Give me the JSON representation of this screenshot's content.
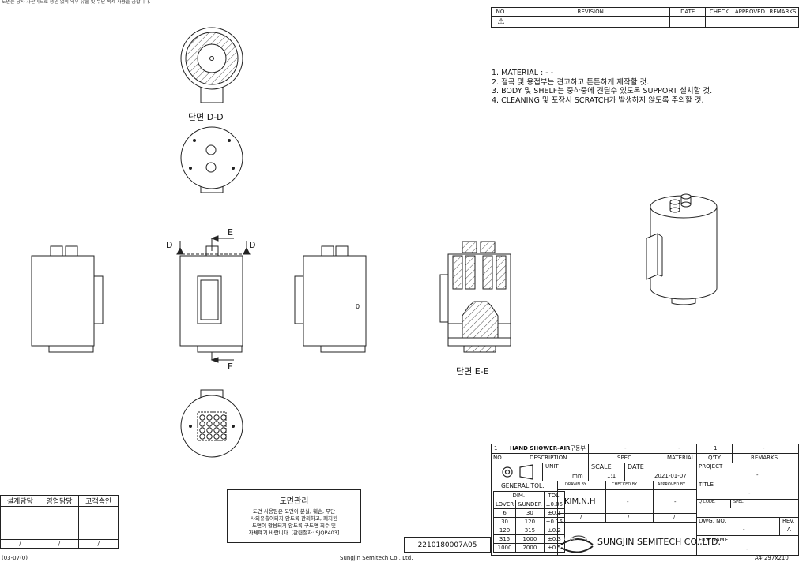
{
  "top_notice": "도면은 당사 자산이므로 승인 없이 외부 유출 및 무단 복제 사용을 금합니다.",
  "revision_table": {
    "headers": [
      "NO.",
      "REVISION",
      "DATE",
      "CHECK",
      "APPROVED",
      "REMARKS"
    ],
    "row_symbol": "⚠"
  },
  "notes": [
    "1. MATERIAL : -  -",
    "2. 절곡 및 용접부는 견고하고 튼튼하게 제작할 것.",
    "3. BODY 및 SHELF는 중하중에 견딜수 있도록 SUPPORT 설치할 것.",
    "4. CLEANING 및 포장시 SCRATCH가 발생하지 않도록 주의할 것."
  ],
  "views": {
    "section_dd": "단면 D-D",
    "section_ee": "단면 E-E",
    "cut_d": "D",
    "cut_e": "E",
    "side_mark": "0"
  },
  "sign_table": {
    "headers": [
      "설계담당",
      "영업담당",
      "고객승인"
    ],
    "slash": "/"
  },
  "drawing_mgmt": {
    "title": "도면관리",
    "lines": [
      "도면 사용팀은 도면이 분실, 훼손, 무단",
      "사외유출이되지 않도록 관리하고, 폐지된",
      "도면이 활용되지 않도록 구도면 회수 및",
      "자체폐기 바랍니다. [관련절차: SJQP403]"
    ]
  },
  "drawing_id": "2210180007A05",
  "bom": {
    "row": {
      "no": "1",
      "description_bold": "HAND SHOWER-AIR",
      "description_rest": "구동부",
      "spec": "-",
      "material": "-",
      "qty": "1",
      "remarks": "-"
    },
    "headers": {
      "no": "NO.",
      "description": "DESCRIPTION",
      "spec": "SPEC",
      "material": "MATERIAL",
      "qty": "Q'TY",
      "remarks": "REMARKS"
    }
  },
  "title_block": {
    "unit_label": "UNIT",
    "unit_value": "mm",
    "scale_label": "SCALE",
    "scale_value": "1:1",
    "date_label": "DATE",
    "date_value": "2021-01-07",
    "project_label": "PROJECT",
    "project_value": "-",
    "title_label": "TITLE",
    "title_value": "-",
    "general_tol": "GENERAL TOL.",
    "dim": "DIM.",
    "tol": "TOL.",
    "tol_header_left": "LOVER",
    "tol_header_mid": "&UNDER",
    "tol_rows": [
      [
        "6",
        "30",
        "±0.1"
      ],
      [
        "30",
        "120",
        "±0.15"
      ],
      [
        "120",
        "315",
        "±0.2"
      ],
      [
        "315",
        "1000",
        "±0.3"
      ],
      [
        "1000",
        "2000",
        "±0.5"
      ]
    ],
    "tol_first": "±0.05",
    "drawn_by": "DRAWN BY",
    "checked_by": "CHECKED BY",
    "approved_by": "APPROVED BY",
    "drawer": "KIM.N.H",
    "checker": "-",
    "approver": "-",
    "slash": "/",
    "q_code": "Q CODE.",
    "q_code_value": "-",
    "spec": "SPEC.",
    "dwg_no": "DWG. NO.",
    "dwg_no_value": "-",
    "rev": "REV.",
    "rev_value": "A",
    "file_name": "FILE NAME",
    "file_name_value": "-",
    "company": "SUNGJIN SEMITECH CO.,LTD.",
    "logo_text": "SUNGJIN"
  },
  "footer": {
    "left": "(03-07(0)",
    "center": "Sungjin Semitech Co., Ltd.",
    "right": "A4(297x210)"
  }
}
